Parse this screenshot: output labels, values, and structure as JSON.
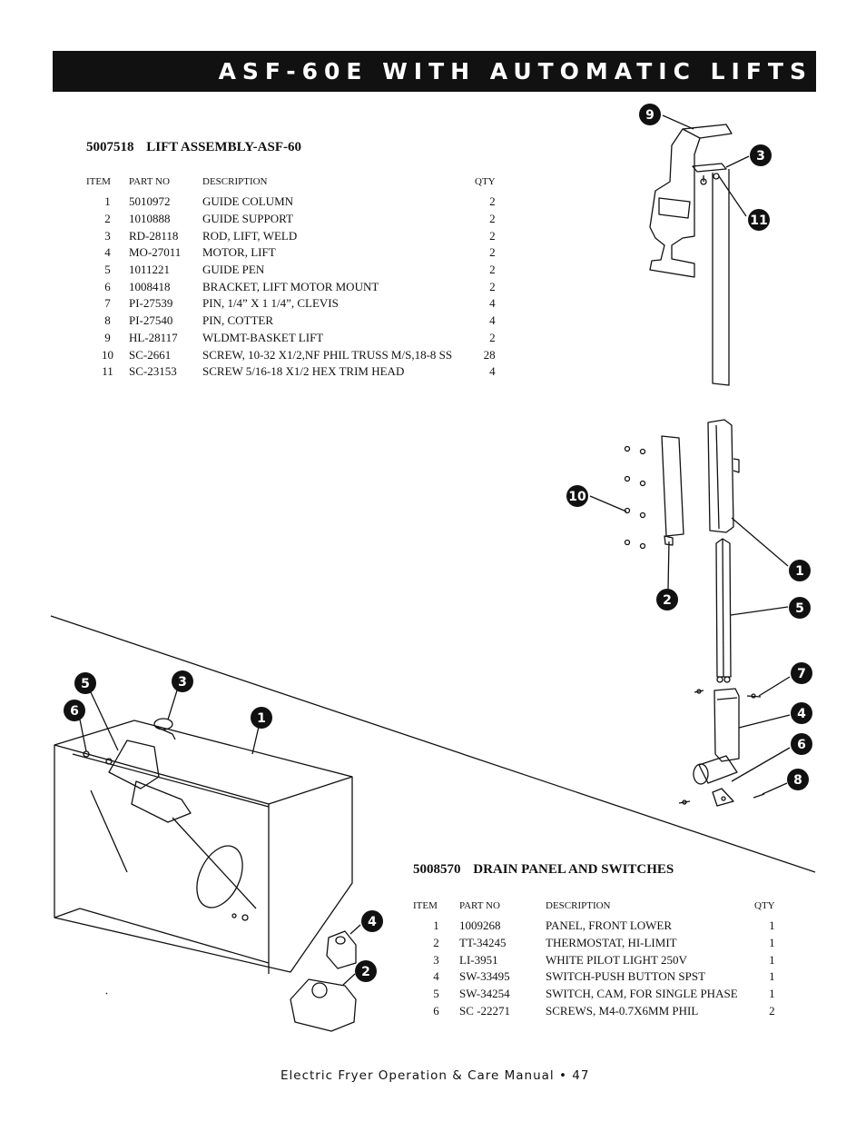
{
  "header": {
    "title": "ASF-60E WITH AUTOMATIC LIFTS"
  },
  "lift_assembly": {
    "part_number": "5007518",
    "title": "LIFT ASSEMBLY-ASF-60",
    "columns": {
      "item": "ITEM",
      "part_no": "PART NO",
      "description": "DESCRIPTION",
      "qty": "QTY"
    },
    "rows": [
      {
        "item": "1",
        "part_no": "5010972",
        "description": "GUIDE COLUMN",
        "qty": "2"
      },
      {
        "item": "2",
        "part_no": "1010888",
        "description": "GUIDE SUPPORT",
        "qty": "2"
      },
      {
        "item": "3",
        "part_no": "RD-28118",
        "description": "ROD, LIFT, WELD",
        "qty": "2"
      },
      {
        "item": "4",
        "part_no": "MO-27011",
        "description": "MOTOR, LIFT",
        "qty": "2"
      },
      {
        "item": "5",
        "part_no": "1011221",
        "description": "GUIDE PEN",
        "qty": "2"
      },
      {
        "item": "6",
        "part_no": "1008418",
        "description": "BRACKET, LIFT MOTOR MOUNT",
        "qty": "2"
      },
      {
        "item": "7",
        "part_no": "PI-27539",
        "description": "PIN, 1/4” X 1 1/4”, CLEVIS",
        "qty": "4"
      },
      {
        "item": "8",
        "part_no": "PI-27540",
        "description": "PIN, COTTER",
        "qty": "4"
      },
      {
        "item": "9",
        "part_no": "HL-28117",
        "description": "WLDMT-BASKET LIFT",
        "qty": "2"
      },
      {
        "item": "10",
        "part_no": "SC-2661",
        "description": "SCREW, 10-32 X1/2,NF PHIL TRUSS M/S,18-8 SS",
        "qty": "28"
      },
      {
        "item": "11",
        "part_no": "SC-23153",
        "description": "SCREW 5/16-18 X1/2 HEX TRIM HEAD",
        "qty": "4"
      }
    ]
  },
  "drain_panel": {
    "part_number": "5008570",
    "title": "DRAIN PANEL AND SWITCHES",
    "columns": {
      "item": "ITEM",
      "part_no": "PART NO",
      "description": "DESCRIPTION",
      "qty": "QTY"
    },
    "rows": [
      {
        "item": "1",
        "part_no": "1009268",
        "description": "PANEL, FRONT LOWER",
        "qty": "1"
      },
      {
        "item": "2",
        "part_no": "TT-34245",
        "description": "THERMOSTAT, HI-LIMIT",
        "qty": "1"
      },
      {
        "item": "3",
        "part_no": "LI-3951",
        "description": "WHITE PILOT LIGHT 250V",
        "qty": "1"
      },
      {
        "item": "4",
        "part_no": "SW-33495",
        "description": "SWITCH-PUSH BUTTON SPST",
        "qty": "1"
      },
      {
        "item": "5",
        "part_no": "SW-34254",
        "description": "SWITCH, CAM, FOR SINGLE PHASE",
        "qty": "1"
      },
      {
        "item": "6",
        "part_no": "SC -22271",
        "description": "SCREWS, M4-0.7X6MM PHIL",
        "qty": "2"
      }
    ]
  },
  "lift_callouts": [
    "9",
    "3",
    "11",
    "10",
    "1",
    "2",
    "5",
    "7",
    "4",
    "6",
    "8"
  ],
  "panel_callouts": [
    "5",
    "3",
    "6",
    "1",
    "4",
    "2"
  ],
  "footer": {
    "text": "Electric Fryer Operation & Care Manual • 47"
  }
}
